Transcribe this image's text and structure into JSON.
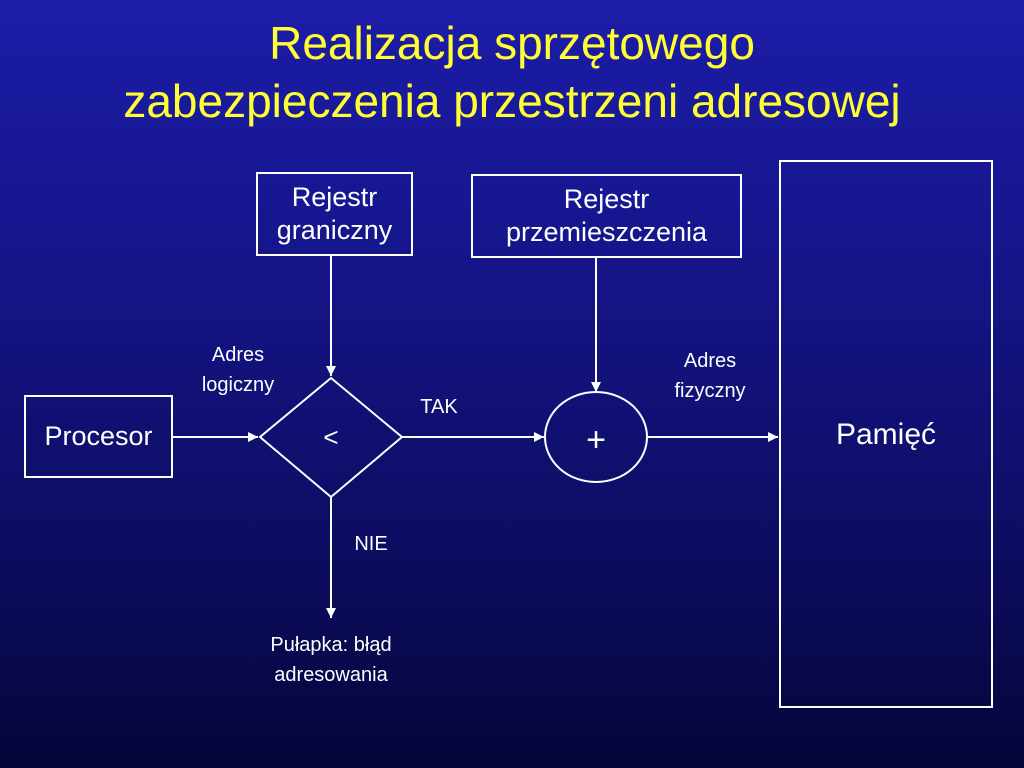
{
  "title": {
    "line1": "Realizacja sprzętowego",
    "line2": "zabezpieczenia przestrzeni adresowej"
  },
  "nodes": {
    "limit_register": {
      "line1": "Rejestr",
      "line2": "graniczny"
    },
    "relocation_register": {
      "line1": "Rejestr",
      "line2": "przemieszczenia"
    },
    "processor": "Procesor",
    "memory": "Pamięć",
    "compare": "<",
    "adder": "+",
    "trap": {
      "line1": "Pułapka: błąd",
      "line2": "adresowania"
    }
  },
  "edges": {
    "logical_address": {
      "line1": "Adres",
      "line2": "logiczny"
    },
    "physical_address": {
      "line1": "Adres",
      "line2": "fizyczny"
    },
    "yes": "TAK",
    "no": "NIE"
  },
  "colors": {
    "title": "#ffff33",
    "stroke": "#ffffff"
  }
}
